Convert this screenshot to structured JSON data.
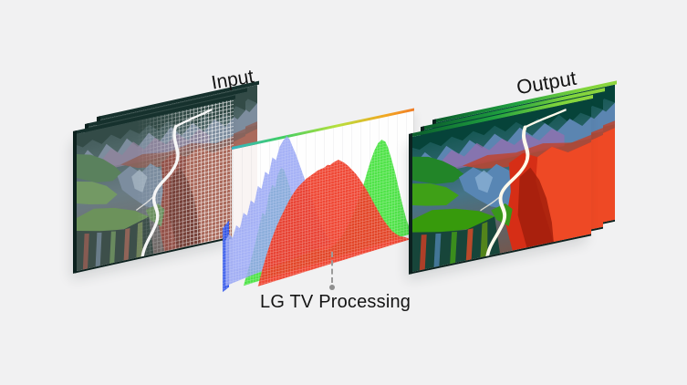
{
  "labels": {
    "input": "Input",
    "output": "Output",
    "processing": "LG TV Processing"
  },
  "colors": {
    "bg": "#f1f1f2",
    "text": "#141414",
    "hist_blue": "#96a5f4",
    "hist_blue_solid": "#2f54e9",
    "hist_green": "#47e23f",
    "hist_red": "#ee3a26",
    "edge_dark": "#16312d",
    "edge_dark2": "#0c211e",
    "edge_green_a": "#0a5c2c",
    "edge_green_b": "#8fd63e"
  },
  "structure": {
    "input_frames": 3,
    "output_frames": 3,
    "histogram_series": [
      "blue",
      "green",
      "red"
    ]
  }
}
